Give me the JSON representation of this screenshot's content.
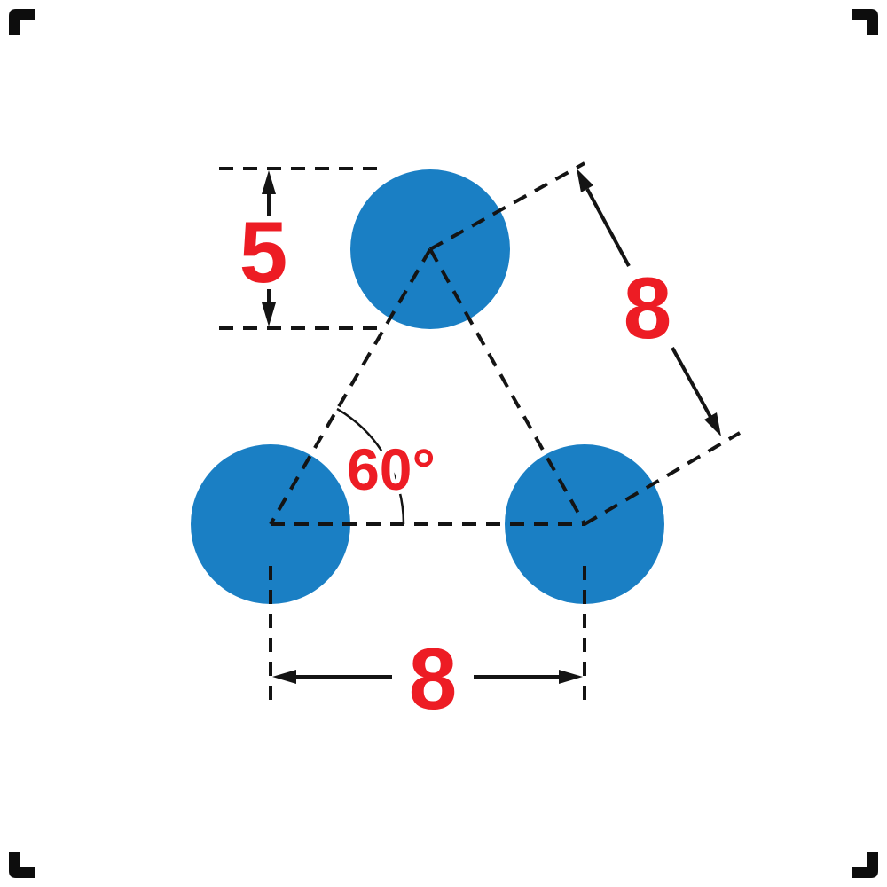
{
  "diagram": {
    "labels": {
      "dim_vertical": "5",
      "dim_diagonal": "8",
      "dim_horizontal": "8",
      "angle": "60°"
    },
    "colors": {
      "circle": "#1a7fc4",
      "label": "#ed1c24",
      "line": "#141414",
      "background": "#ffffff"
    }
  }
}
